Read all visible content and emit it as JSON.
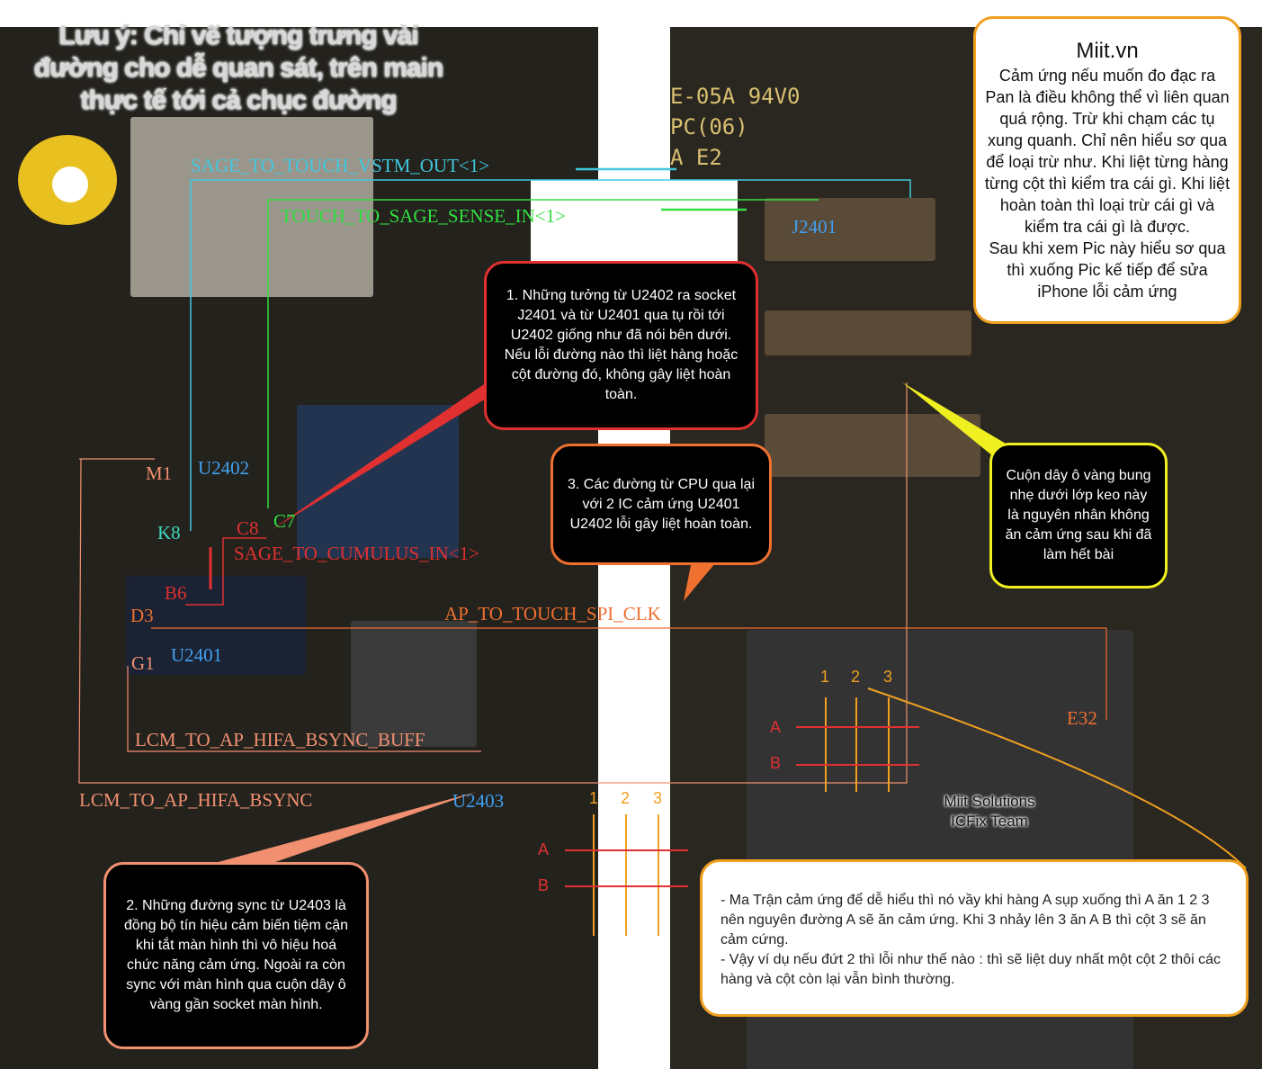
{
  "note": "Lưu ý: Chỉ vẽ tượng trưng vài đường cho dễ quan sát, trên main thực tế tới cả chục đường",
  "pcb_marks": {
    "line1": "E-05A 94V0",
    "line2": "PC(06)",
    "line3": "A  E2"
  },
  "signals": {
    "sage_to_touch": "SAGE_TO_TOUCH_VSTM_OUT<1>",
    "touch_to_sage": "TOUCH_TO_SAGE_SENSE_IN<1>",
    "sage_to_cumulus": "SAGE_TO_CUMULUS_IN<1>",
    "ap_to_touch": "AP_TO_TOUCH_SPI_CLK",
    "lcm_buff": "LCM_TO_AP_HIFA_BSYNC_BUFF",
    "lcm": "LCM_TO_AP_HIFA_BSYNC"
  },
  "components": {
    "j2401": "J2401",
    "u2402": "U2402",
    "u2401": "U2401",
    "u2403": "U2403"
  },
  "pins": {
    "m1": "M1",
    "k8": "K8",
    "c8": "C8",
    "c7": "C7",
    "b6": "B6",
    "d3": "D3",
    "g1": "G1",
    "e32": "E32"
  },
  "info_box": {
    "title": "Miit.vn",
    "body": "Cảm ứng nếu muốn đo đạc ra Pan là điều không thể vì liên quan quá rộng. Trừ khi chạm các tụ xung quanh. Chỉ nên hiểu sơ qua để loại trừ như. Khi liệt từng hàng từng cột thì kiểm tra cái gì. Khi liệt hoàn toàn thì loại trừ cái gì và kiểm tra cái gì là được.\nSau khi xem Pic này hiểu sơ qua thì xuống Pic kế tiếp để sửa iPhone lỗi cảm ứng"
  },
  "callouts": {
    "c1": "1. Những tưởng từ U2402 ra socket J2401 và từ U2401 qua tụ rồi tới U2402 giống như đã nói bên dưới. Nếu lỗi đường nào thì liệt hàng hoặc cột đường đó, không gây liệt hoàn toàn.",
    "c2": "2. Những đường sync từ U2403 là đồng bộ tín hiệu cảm biến tiệm cận khi tắt màn hình thì vô hiệu hoá chức năng cảm ứng. Ngoài ra còn sync với màn hình qua cuộn dây ô vàng gần socket màn hình.",
    "c3": "3. Các đường từ CPU qua lại với 2 IC cảm ứng U2401 U2402 lỗi gây liệt hoàn toàn.",
    "coil": "Cuộn dây ô vàng bung nhẹ dưới lớp keo này là nguyên nhân không ăn cảm ứng sau khi đã làm hết bài"
  },
  "matrix": {
    "cols": [
      "1",
      "2",
      "3"
    ],
    "rows": [
      "A",
      "B"
    ]
  },
  "team": {
    "line1": "Miit Solutions",
    "line2": "ICFix Team"
  },
  "explain": "- Ma Trận cảm ứng để dễ hiểu thì nó vầy khi hàng A sụp xuống thì A ăn 1 2 3 nên nguyên đường A sẽ ăn cảm ứng. Khi 3 nhảy lên 3 ăn A B thì cột 3 sẽ ăn cảm cứng.\n- Vậy ví dụ nếu đứt 2 thì lỗi như thế nào : thì sẽ liệt duy nhất một cột 2 thôi các hàng và cột còn lại vẫn bình thường.",
  "colors": {
    "cyan": "#40c8e0",
    "green": "#30e040",
    "red": "#e03030",
    "salmon": "#f09070",
    "orange": "#f0a020",
    "yellow": "#f0f020"
  }
}
